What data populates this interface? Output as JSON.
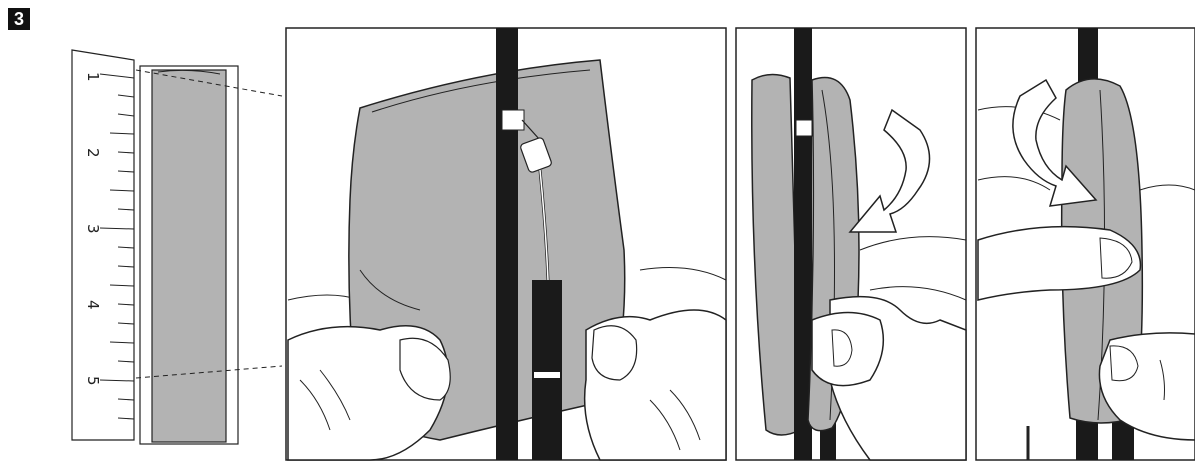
{
  "step": {
    "number": "3"
  },
  "ruler": {
    "labels": [
      "1",
      "2",
      "3",
      "4",
      "5"
    ]
  },
  "colors": {
    "wrap": "#b3b3b3",
    "cable": "#1a1a1a",
    "line": "#222222",
    "skin": "#ffffff"
  }
}
